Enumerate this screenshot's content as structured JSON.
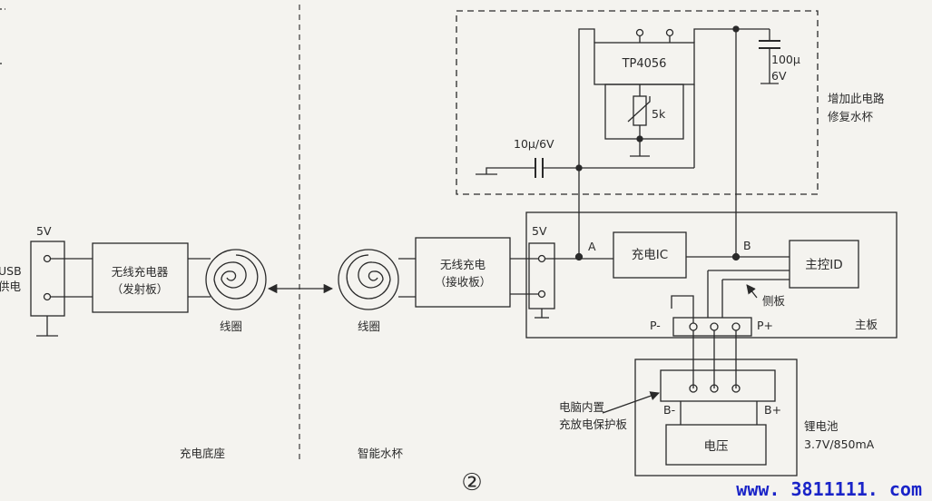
{
  "colors": {
    "ink": "#2a2a2a",
    "background": "#f4f3ef",
    "watermark": "#1a24c8"
  },
  "labels": {
    "usb_supply": "USB\n供电",
    "v5_left": "5V",
    "transmitter": "无线充电器\n（发射板）",
    "coil_left": "线圈",
    "coil_right": "线圈",
    "receiver": "无线充电\n（接收板）",
    "v5_right": "5V",
    "node_a": "A",
    "charge_ic": "充电IC",
    "node_b": "B",
    "main_ctrl": "主控ID",
    "side_board": "侧板",
    "main_board": "主板",
    "p_minus": "P-",
    "p_plus": "P+",
    "tp4056": "TP4056",
    "cap_top": "100μ\n6V",
    "resistor": "5k",
    "cap_left": "10μ/6V",
    "add_circuit": "增加此电路\n修复水杯",
    "protect_board": "电脑内置\n充放电保护板",
    "b_minus": "B-",
    "b_plus": "B+",
    "voltage": "电压",
    "battery": "锂电池\n3.7V/850mA",
    "base_caption": "充电底座",
    "cup_caption": "智能水杯",
    "figure_number": "②",
    "watermark": "www. 3811111. com"
  }
}
